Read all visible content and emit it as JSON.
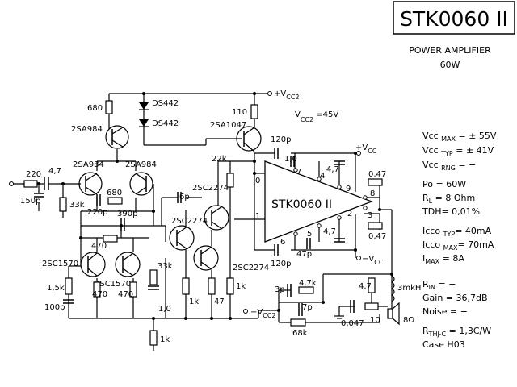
{
  "title": "STK0060 II",
  "subtitle": "POWER AMPLIFIER",
  "power_rating": "60W",
  "supply_note": {
    "prefix": "V",
    "sub": "CC2",
    "value": " =45V"
  },
  "ic_label": "STK0060  II",
  "rails": {
    "vcc_plus": "+V",
    "vcc_minus": "−V",
    "vcc2_plus": "+V",
    "vcc2_minus": "−V",
    "cc": "CC",
    "cc2": "CC2"
  },
  "transistors": {
    "q_top_pnp": "2SA984",
    "q_diff_left": "2SA984",
    "q_diff_right": "2SA984",
    "q_driver_top": "2SA1047",
    "q_pre_1": "2SC2274",
    "q_pre_2": "2SC2274",
    "q_pre_3": "2SC2274",
    "q_mirror_left": "2SC1570",
    "q_mirror_right": "2SC1570"
  },
  "diodes": {
    "d1": "DS442",
    "d2": "DS442"
  },
  "components": {
    "r680_top": "680",
    "r110": "110",
    "r220": "220",
    "c4_7_in": "4,7",
    "c150p": "150p",
    "r33k_in": "33k",
    "c220p": "220p",
    "r680_mid": "680",
    "c390p": "390p",
    "r470_mid": "470",
    "r22k": "22k",
    "c120p_top": "120p",
    "c1_0_top": "1,0",
    "c4_7_top": "4,7",
    "r0_47_top": "0,47",
    "r0_47_bot": "0,47",
    "c4_7_bot": "4,7",
    "c47p": "47p",
    "c120p_bot": "120p",
    "c6p": "6p",
    "r33k_mid": "33k",
    "c1_0_mid": "1,0",
    "r1k_a": "1k",
    "r47": "47",
    "r1k_b": "1k",
    "r1_5k": "1,5k",
    "c100p": "100p",
    "r470_left": "470",
    "r470_right": "470",
    "r1k_bottom": "1k",
    "c3p": "3p",
    "r4_7k": "4,7k",
    "c7p": "7p",
    "r68k": "68k",
    "c0_047": "0,047",
    "r10": "10",
    "r4_7_out": "4,7",
    "l3mkh": "3mkH",
    "speaker": "8Ω"
  },
  "pins": [
    "0",
    "1",
    "2",
    "3",
    "4",
    "5",
    "6",
    "7",
    "8",
    "9"
  ],
  "specs": [
    {
      "name": "Vcc ",
      "sub": "MAX",
      "value": " = ± 55V"
    },
    {
      "name": "Vcc ",
      "sub": "TYP",
      "value": " = ± 41V"
    },
    {
      "name": "Vcc ",
      "sub": "RNG",
      "value": " =  −"
    },
    {
      "name": "Po",
      "sub": "",
      "value": "  = 60W"
    },
    {
      "name": "R",
      "sub": "L",
      "value": "  = 8 Ohm"
    },
    {
      "name": "TDH",
      "sub": "",
      "value": "= 0,01%"
    },
    {
      "name": "Icco ",
      "sub": "TYP",
      "value": "= 40mA"
    },
    {
      "name": "Icco ",
      "sub": "MAX",
      "value": "= 70mA"
    },
    {
      "name": "I",
      "sub": "MAX",
      "value": "  =    8A"
    },
    {
      "name": "R",
      "sub": "IN",
      "value": "  =  −"
    },
    {
      "name": "Gain",
      "sub": "",
      "value": "  = 36,7dB"
    },
    {
      "name": "Noise",
      "sub": "",
      "value": " =  −"
    },
    {
      "name": "R",
      "sub": "THJ-C",
      "value": " = 1,3C/W"
    },
    {
      "name": "Case",
      "sub": "",
      "value": "  H03"
    }
  ]
}
